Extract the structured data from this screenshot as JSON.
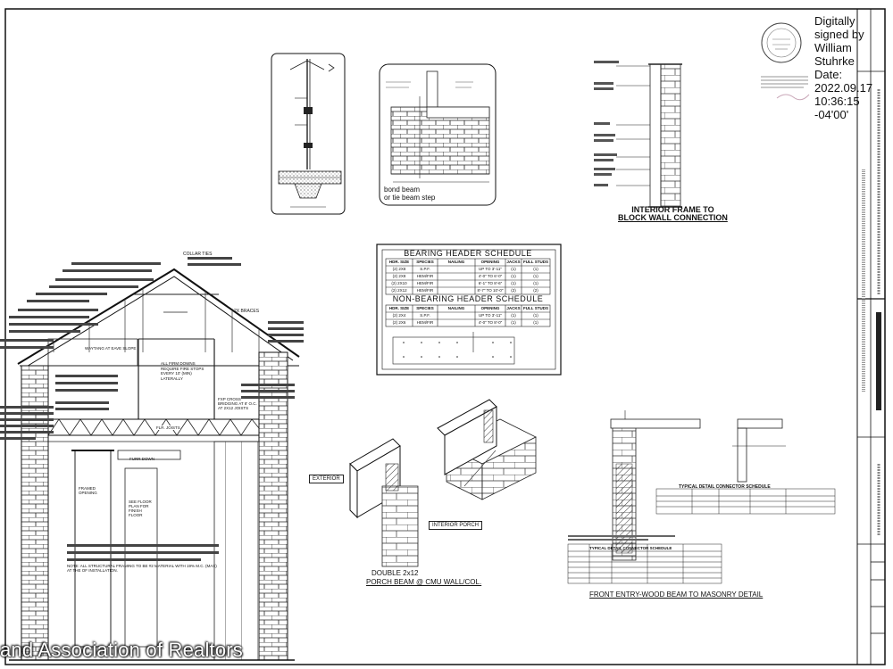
{
  "signature": {
    "lines": [
      "Digitally",
      "signed by",
      "William",
      "Stuhrke",
      "Date:",
      "2022.09.17",
      "10:36:15",
      "-04'00'"
    ]
  },
  "watermark": "and Association of Realtors",
  "details": {
    "interior_frame": {
      "title_line1": "INTERIOR FRAME TO",
      "title_line2": "BLOCK WALL CONNECTION"
    },
    "bearing_header_schedule": {
      "title": "BEARING HEADER SCHEDULE",
      "columns": [
        "HDR. SIZE",
        "SPECIES",
        "NAILING",
        "OPENING",
        "JACKS",
        "FULL STUDS"
      ],
      "rows": [
        [
          "(2) 2X8",
          "S.P.F.",
          "",
          "UP TO 3'-11\"",
          "(1)",
          "(1)"
        ],
        [
          "(2) 2X8",
          "HEM/FIR",
          "",
          "4'-0\" TO 6'-0\"",
          "(1)",
          "(1)"
        ],
        [
          "(2) 2X10",
          "HEM/FIR",
          "",
          "6'-1\" TO 8'-6\"",
          "(1)",
          "(1)"
        ],
        [
          "(2) 2X12",
          "HEM/FIR",
          "",
          "8'-7\" TO 10'-0\"",
          "(2)",
          "(2)"
        ]
      ]
    },
    "non_bearing_header_schedule": {
      "title": "NON-BEARING HEADER SCHEDULE",
      "columns": [
        "HDR. SIZE",
        "SPECIES",
        "NAILING",
        "OPENING",
        "JACKS",
        "FULL STUDS"
      ],
      "rows": [
        [
          "(2) 2X4",
          "S.P.F.",
          "",
          "UP TO 3'-11\"",
          "(1)",
          "(1)"
        ],
        [
          "(2) 2X6",
          "HEM/FIR",
          "",
          "4'-0\" TO 8'-0\"",
          "(1)",
          "(1)"
        ]
      ]
    },
    "porch_beam": {
      "exterior_label": "EXTERIOR",
      "interior_label": "INTERIOR PORCH",
      "title_line1": "DOUBLE 2x12",
      "title_line2": "PORCH BEAM @ CMU WALL/COL."
    },
    "front_entry": {
      "title": "FRONT ENTRY-WOOD BEAM TO MASONRY DETAIL",
      "connector_title_1": "TYPICAL DETAIL   CONNECTOR SCHEDULE",
      "connector_title_2": "TYPICAL DETAIL   CONNECTOR SCHEDULE"
    },
    "bond_beam": {
      "note_line1": "bond beam",
      "note_line2": "or tie beam step"
    }
  },
  "section_notes": {
    "collar_ties": "COLLAR TIES",
    "braces": "2X BRACES",
    "waytang": "WAYTANG AT EAVE SLOPE",
    "firm_down": "ALL FIRM DOWNS REQUIRE FIRE STOPS EVERY 10' (MIN) LATERALLY",
    "flr_joists": "FLR. JOISTS",
    "framed_opening": "FRAMED OPENING",
    "furr_down": "FURR DOWN",
    "see_floor_plan": "SEE FLOOR PLAN FOR FINISH FLOOR",
    "cross_bridging": "FXP CROSS BRIDGING AT 8' O.C. AT 2X12 JOISTS",
    "structural_note": "NOTE: ALL STRUCTURAL FRAMING TO BE #2 MATERIAL WITH 19% M.C. (MAX) AT THE OF INSTALLATION."
  },
  "colors": {
    "line": "#1a1a1a",
    "paper": "#ffffff",
    "hatch": "#555555"
  }
}
